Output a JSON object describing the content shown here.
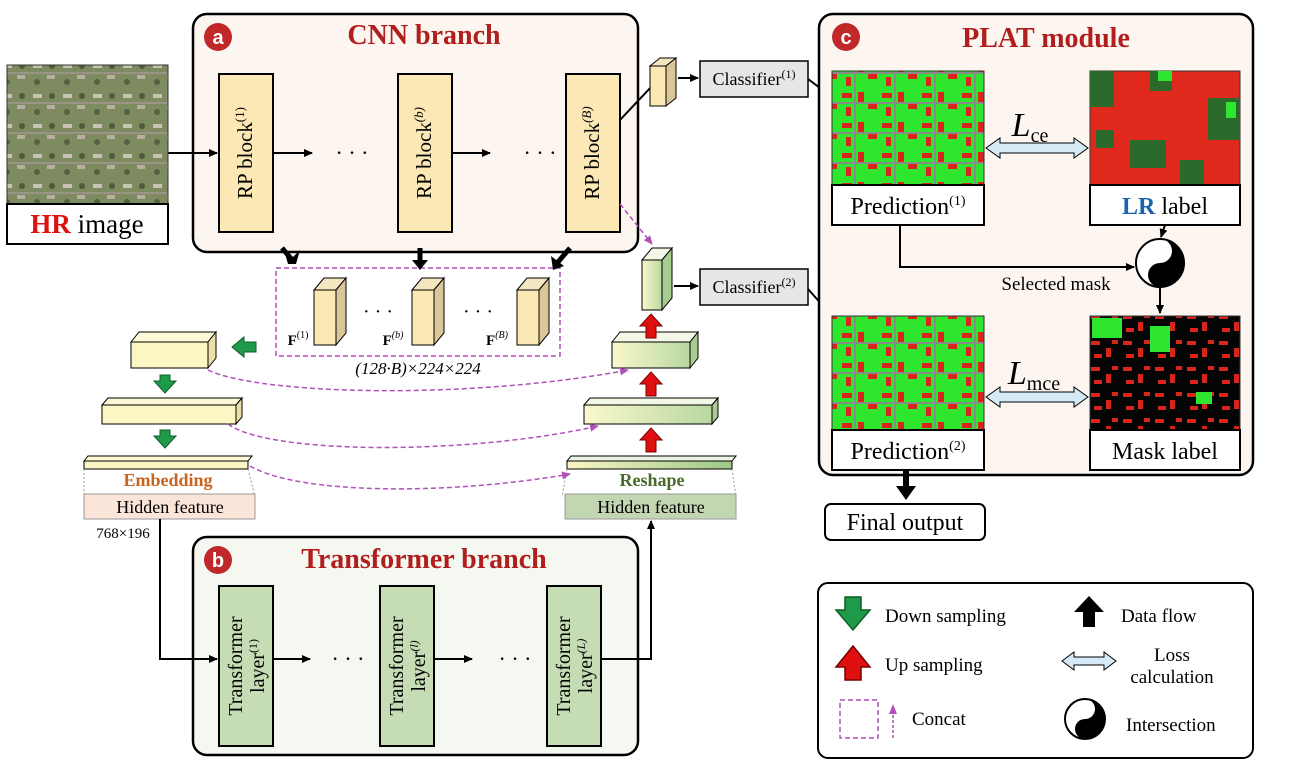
{
  "panels": {
    "cnn": {
      "badge": "a",
      "title": "CNN branch"
    },
    "transformer": {
      "badge": "b",
      "title": "Transformer branch"
    },
    "plat": {
      "badge": "c",
      "title": "PLAT module"
    }
  },
  "input": {
    "label_hr": "HR",
    "label_rest": " image"
  },
  "rp_blocks": [
    {
      "label": "RP block",
      "sup": "(1)"
    },
    {
      "label": "RP block",
      "sup": "(b)"
    },
    {
      "label": "RP block",
      "sup": "(B)"
    }
  ],
  "ellipsis": "· · ·",
  "features": {
    "items": [
      {
        "label": "F",
        "sup": "(1)"
      },
      {
        "label": "F",
        "sup": "(b)"
      },
      {
        "label": "F",
        "sup": "(B)"
      }
    ],
    "dims": "(128·B)×224×224"
  },
  "classifiers": [
    {
      "label": "Classifier",
      "sup": "(1)"
    },
    {
      "label": "Classifier",
      "sup": "(2)"
    }
  ],
  "embedding": {
    "label": "Embedding",
    "hidden": "Hidden feature",
    "dims": "768×196"
  },
  "reshape": {
    "label": "Reshape",
    "hidden": "Hidden feature"
  },
  "transformer_layers": [
    {
      "line1": "Transformer",
      "line2": "layer",
      "sup": "(1)"
    },
    {
      "line1": "Transformer",
      "line2": "layer",
      "sup": "(l)"
    },
    {
      "line1": "Transformer",
      "line2": "layer",
      "sup": "(L)"
    }
  ],
  "plat": {
    "pred1": {
      "label": "Prediction",
      "sup": "(1)"
    },
    "pred2": {
      "label": "Prediction",
      "sup": "(2)"
    },
    "lr_label": {
      "bold": "LR",
      "rest": " label"
    },
    "mask_label": "Mask label",
    "loss_ce": {
      "script": "L",
      "sub": "ce"
    },
    "loss_mce": {
      "script": "L",
      "sub": "mce"
    },
    "selected_mask": "Selected mask"
  },
  "final_output": "Final output",
  "legend": {
    "down": "Down sampling",
    "up": "Up sampling",
    "concat": "Concat",
    "data_flow": "Data flow",
    "loss_line1": "Loss",
    "loss_line2": "calculation",
    "intersection": "Intersection"
  },
  "colors": {
    "panel_cnn_bg": "#fdf6f0",
    "panel_tr_bg": "#f5f8f1",
    "rp_fill": "#fbe8b5",
    "rp_stroke": "#8a6a20",
    "tr_fill": "#c6dcb4",
    "badge": "#c0282a",
    "title_red": "#b01e1e",
    "hr_red": "#e01010",
    "lr_blue": "#1e63b0",
    "concat": "#b050b8",
    "down_green": "#1f9a4a",
    "up_red": "#e01010",
    "embed_orange": "#c8641e",
    "reshape_green": "#4a6a2a",
    "loss_arrow": "#d4eaf6",
    "pred_green": "#2ee62e",
    "pred_red": "#d8241c",
    "lr_red": "#e0281c",
    "lr_darkgreen": "#2c6a2c"
  }
}
